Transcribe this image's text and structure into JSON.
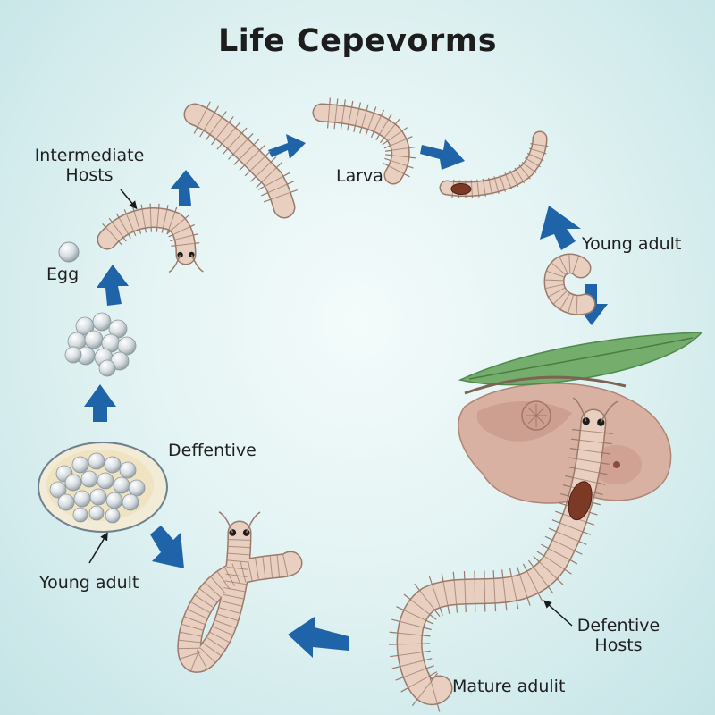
{
  "title": "Life Cepevorms",
  "labels": {
    "intermediate_hosts": [
      "Intermediate",
      "Hosts"
    ],
    "egg": "Egg",
    "larva": "Larva",
    "young_adult_right": "Young adult",
    "defentive": "Deffentive",
    "young_adult_left": "Young adult",
    "defentive_hosts": [
      "Defentive",
      "Hosts"
    ],
    "mature_adult": "Mature adulit"
  },
  "colors": {
    "arrow": "#1f64a8",
    "worm_body": "#e9cfc0",
    "worm_outline": "#9a7a6a",
    "egg": "#d9e0e4",
    "cyst": "#f1ead2",
    "host_tissue": "#d9b4a6",
    "leaf": "#6aa866"
  },
  "stages": [
    "egg",
    "egg-cluster",
    "larva-1",
    "larva-2",
    "larva-3",
    "larva-4",
    "young-adult",
    "host-tissue",
    "mature-adult",
    "adult-worm",
    "cyst"
  ]
}
